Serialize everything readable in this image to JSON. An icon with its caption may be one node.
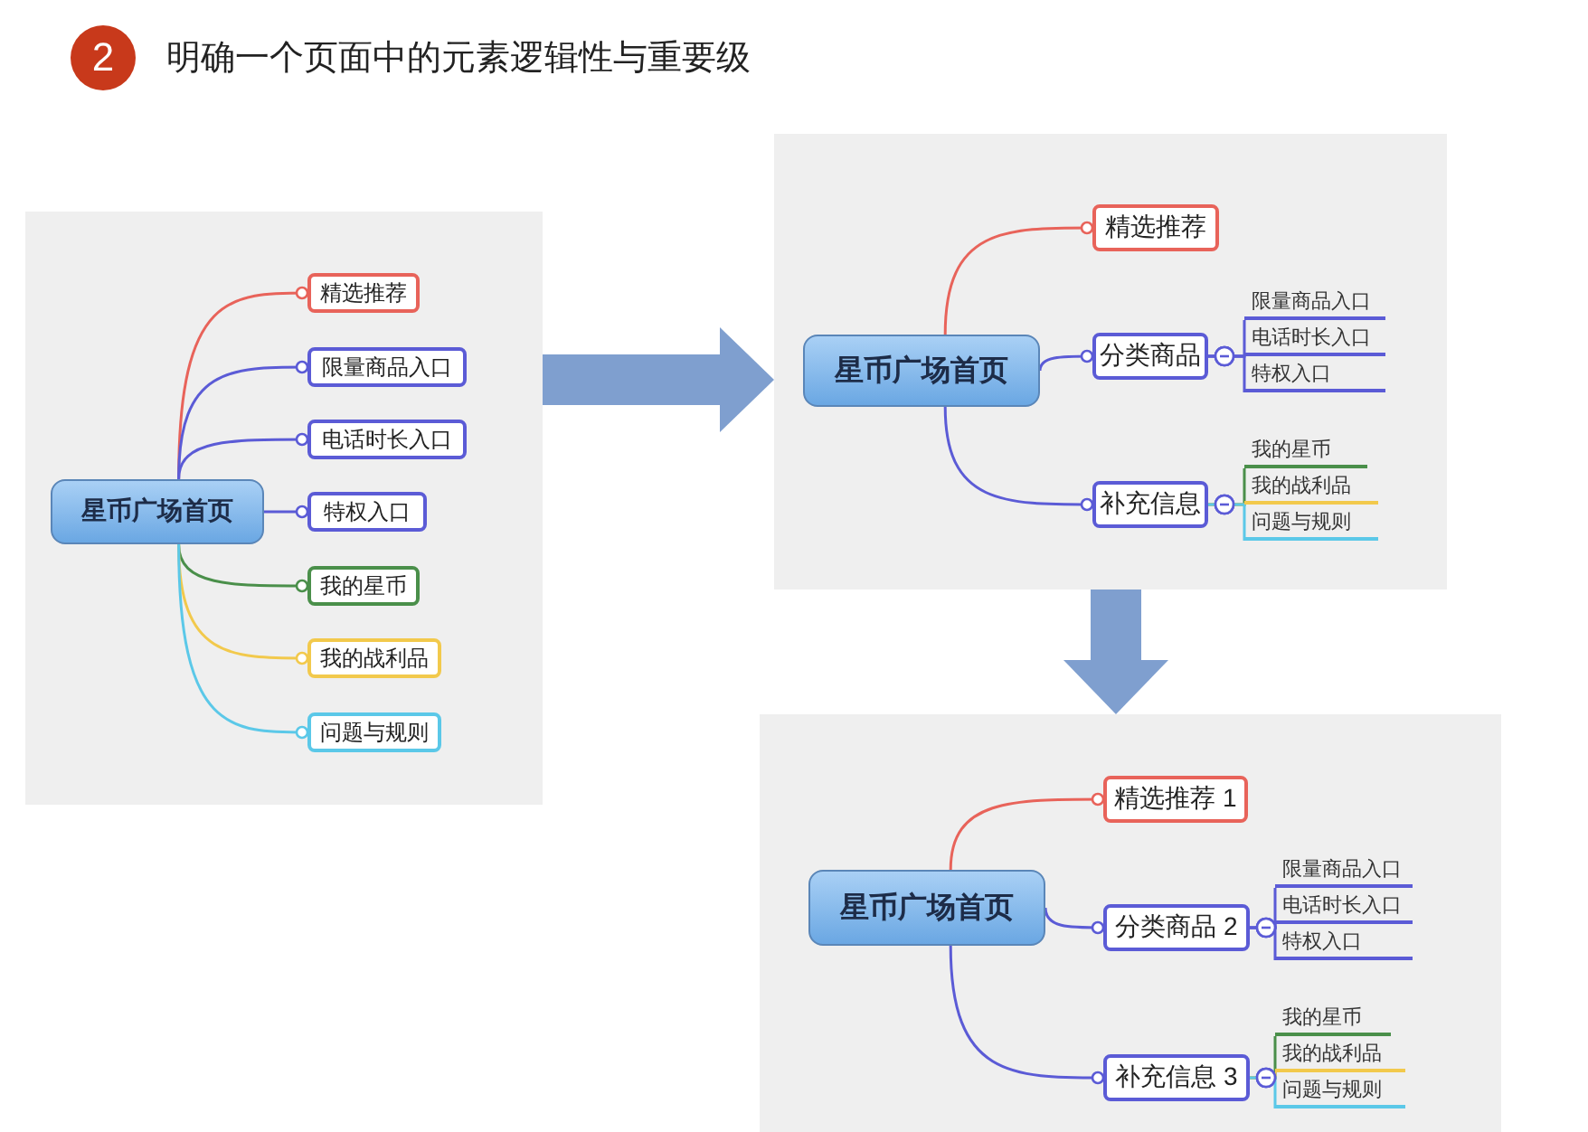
{
  "diagram": {
    "title": "明确一个页面中的元素逻辑性与重要级",
    "nodes": [
      {
        "text": [],
        "shape": "box"
      },
      {
        "text": [
          "星币广场首页"
        ],
        "in": 0
      },
      {
        "text": [
          "精选推荐"
        ],
        "in": 0
      },
      {
        "text": [
          "限量商品入口"
        ],
        "in": 0
      },
      {
        "text": [
          "电话时长入口"
        ],
        "in": 0
      },
      {
        "text": [
          "特权入口"
        ],
        "in": 0
      },
      {
        "text": [
          "我的星币"
        ],
        "in": 0
      },
      {
        "text": [
          "我的战利品"
        ],
        "in": 0
      },
      {
        "text": [
          "问题与规则"
        ],
        "in": 0
      },
      {
        "text": [],
        "shape": "box"
      },
      {
        "text": [
          "星币广场首页"
        ],
        "in": 9
      },
      {
        "text": [
          "精选推荐"
        ],
        "in": 9
      },
      {
        "text": [
          "分类商品"
        ],
        "in": 9
      },
      {
        "text": [
          "补充信息"
        ],
        "in": 9
      },
      {
        "text": [
          "限量商品入口"
        ],
        "in": 9
      },
      {
        "text": [
          "电话时长入口"
        ],
        "in": 9
      },
      {
        "text": [
          "特权入口"
        ],
        "in": 9
      },
      {
        "text": [
          "我的星币"
        ],
        "in": 9
      },
      {
        "text": [
          "我的战利品"
        ],
        "in": 9
      },
      {
        "text": [
          "问题与规则"
        ],
        "in": 9
      },
      {
        "text": [],
        "shape": "box"
      },
      {
        "text": [
          "星币广场首页"
        ],
        "in": 20
      },
      {
        "text": [
          "精选推荐 1"
        ],
        "in": 20
      },
      {
        "text": [
          "分类商品 2"
        ],
        "in": 20
      },
      {
        "text": [
          "补充信息 3"
        ],
        "in": 20
      },
      {
        "text": [
          "限量商品入口"
        ],
        "in": 20
      },
      {
        "text": [
          "电话时长入口"
        ],
        "in": 20
      },
      {
        "text": [
          "特权入口"
        ],
        "in": 20
      },
      {
        "text": [
          "我的星币"
        ],
        "in": 20
      },
      {
        "text": [
          "我的战利品"
        ],
        "in": 20
      },
      {
        "text": [
          "问题与规则"
        ],
        "in": 20
      }
    ],
    "edges": [
      {
        "from": 1,
        "to": 2,
        "arrow": "other",
        "color": "#e8635a"
      },
      {
        "from": 1,
        "to": 3,
        "arrow": "other",
        "color": "#5b5bd6"
      },
      {
        "from": 1,
        "to": 4,
        "arrow": "other",
        "color": "#5b5bd6"
      },
      {
        "from": 1,
        "to": 5,
        "arrow": "other",
        "color": "#5b5bd6"
      },
      {
        "from": 1,
        "to": 6,
        "arrow": "other",
        "color": "#4a8f4a"
      },
      {
        "from": 1,
        "to": 7,
        "arrow": "other",
        "color": "#f2c94c"
      },
      {
        "from": 1,
        "to": 8,
        "arrow": "other",
        "color": "#5bc8e8"
      },
      {
        "from": 10,
        "to": 11,
        "arrow": "other",
        "color": "#e8635a"
      },
      {
        "from": 10,
        "to": 12,
        "arrow": "other",
        "color": "#5b5bd6"
      },
      {
        "from": 10,
        "to": 13,
        "arrow": "other",
        "color": "#5b5bd6"
      },
      {
        "from": 12,
        "to": 14,
        "arrow": "other",
        "color": "#5b5bd6"
      },
      {
        "from": 12,
        "to": 15,
        "arrow": "other",
        "color": "#5b5bd6"
      },
      {
        "from": 12,
        "to": 16,
        "arrow": "other",
        "color": "#5b5bd6"
      },
      {
        "from": 13,
        "to": 17,
        "arrow": "other",
        "color": "#4a8f4a"
      },
      {
        "from": 13,
        "to": 18,
        "arrow": "other",
        "color": "#f2c94c"
      },
      {
        "from": 13,
        "to": 19,
        "arrow": "other",
        "color": "#5bc8e8"
      },
      {
        "from": 21,
        "to": 22,
        "arrow": "other",
        "color": "#e8635a"
      },
      {
        "from": 21,
        "to": 23,
        "arrow": "other",
        "color": "#5b5bd6"
      },
      {
        "from": 21,
        "to": 24,
        "arrow": "other",
        "color": "#5b5bd6"
      },
      {
        "from": 23,
        "to": 25,
        "arrow": "other",
        "color": "#5b5bd6"
      },
      {
        "from": 23,
        "to": 26,
        "arrow": "other",
        "color": "#5b5bd6"
      },
      {
        "from": 23,
        "to": 27,
        "arrow": "other",
        "color": "#5b5bd6"
      },
      {
        "from": 24,
        "to": 28,
        "arrow": "other",
        "color": "#4a8f4a"
      },
      {
        "from": 24,
        "to": 29,
        "arrow": "other",
        "color": "#f2c94c"
      },
      {
        "from": 24,
        "to": 30,
        "arrow": "other",
        "color": "#5bc8e8"
      },
      {
        "from": 0,
        "to": 9,
        "arrow": "to",
        "style": "thick",
        "color": "#7f9fcf"
      },
      {
        "from": 9,
        "to": 20,
        "arrow": "to",
        "style": "thick",
        "color": "#7f9fcf"
      }
    ],
    "labels": [
      "2"
    ]
  }
}
